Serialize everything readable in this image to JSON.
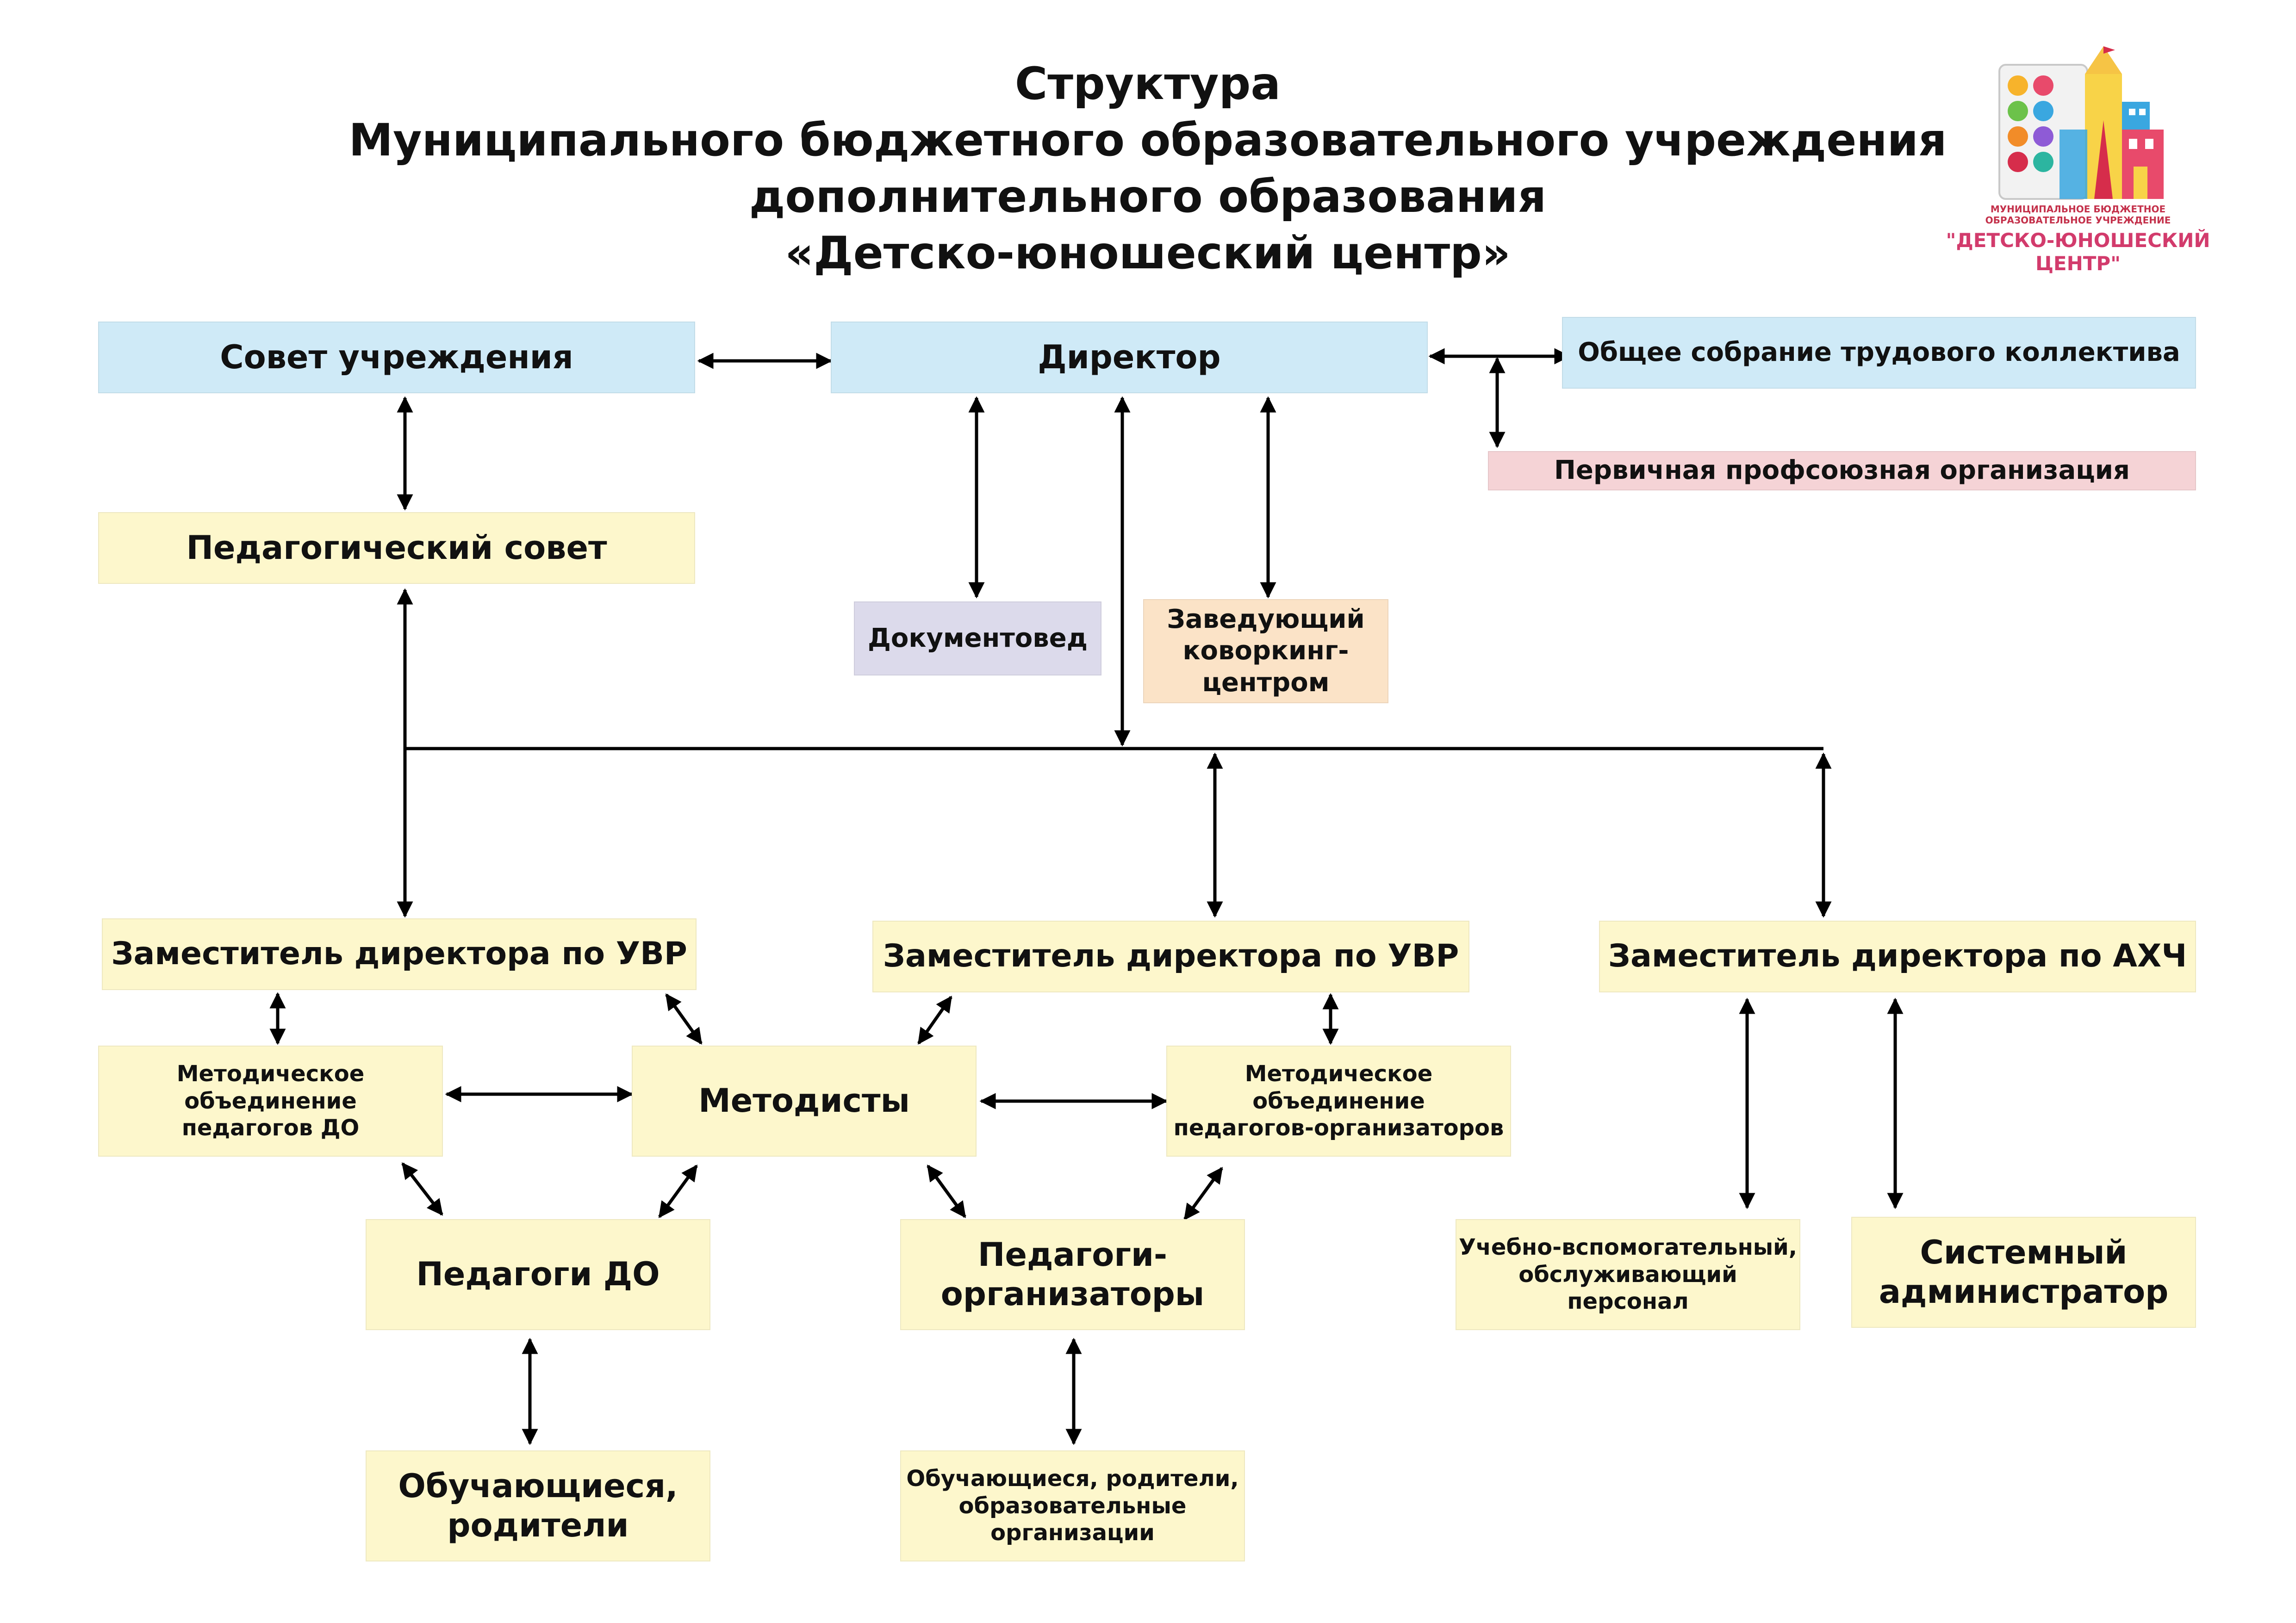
{
  "title": {
    "line1": "Структура",
    "line2": "Муниципального бюджетного образовательного учреждения",
    "line3": "дополнительного образования",
    "line4": "«Детско-юношеский центр»"
  },
  "logo": {
    "small_line1": "МУНИЦИПАЛЬНОЕ БЮДЖЕТНОЕ",
    "small_line2": "ОБРАЗОВАТЕЛЬНОЕ УЧРЕЖДЕНИЕ",
    "big_line1": "\"ДЕТСКО-ЮНОШЕСКИЙ",
    "big_line2": "ЦЕНТР\""
  },
  "colors": {
    "blue": "#cfeaf7",
    "yellow": "#fdf7cc",
    "pink": "#f5d3d6",
    "purple": "#dcdaeb",
    "peach": "#fbe3c7",
    "line": "#000000"
  },
  "nodes": {
    "council": "Совет учреждения",
    "director": "Директор",
    "general_meeting": "Общее собрание трудового коллектива",
    "trade_union": "Первичная профсоюзная организация",
    "ped_council": "Педагогический совет",
    "doc_manager": "Документовед",
    "coworking_head": "Заведующий\nковоркинг-\nцентром",
    "deputy_uvr_1": "Заместитель директора по УВР",
    "deputy_uvr_2": "Заместитель директора по УВР",
    "deputy_ahch": "Заместитель директора по АХЧ",
    "mo_do": "Методическое\nобъединение\nпедагогов ДО",
    "methodists": "Методисты",
    "mo_org": "Методическое\nобъединение\nпедагогов-организаторов",
    "teachers_do": "Педагоги ДО",
    "teachers_org": "Педагоги-\nорганизаторы",
    "support_staff": "Учебно-вспомогательный,\nобслуживающий\nперсонал",
    "sysadmin": "Системный\nадминистратор",
    "students_parents": "Обучающиеся,\nродители",
    "students_parents_orgs": "Обучающиеся, родители,\nобразовательные\nорганизации"
  }
}
